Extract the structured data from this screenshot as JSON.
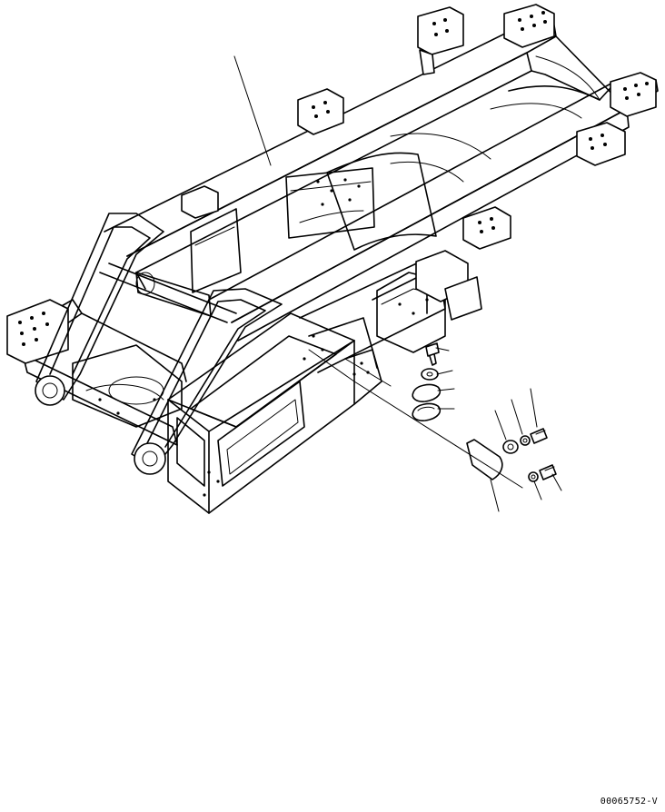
{
  "drawing": {
    "id_label": "00065752-V",
    "subject": "frame-assembly-exploded-view",
    "callouts": [
      {
        "name": "frame-leader"
      },
      {
        "name": "bolt-leader"
      },
      {
        "name": "washer-leader"
      },
      {
        "name": "cover-leader"
      },
      {
        "name": "gasket-leader"
      },
      {
        "name": "plate-leader"
      },
      {
        "name": "small-washer-leader"
      },
      {
        "name": "small-bolt-leader"
      }
    ]
  }
}
